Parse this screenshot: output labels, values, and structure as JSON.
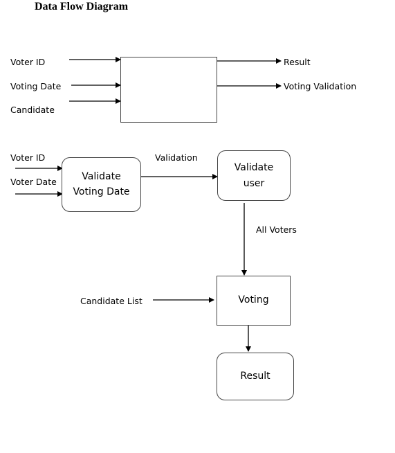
{
  "title": "Data Flow Diagram",
  "context": {
    "inputs": [
      "Voter ID",
      "Voting Date",
      "Candidate"
    ],
    "outputs": [
      "Result",
      "Voting Validation"
    ]
  },
  "detail": {
    "inputs": [
      "Voter ID",
      "Voter Date"
    ],
    "validate_date": "Validate\nVoting Date",
    "validation_flow": "Validation",
    "validate_user": "Validate\nuser",
    "all_voters_flow": "All Voters",
    "candidate_list": "Candidate List",
    "voting": "Voting",
    "result": "Result"
  }
}
